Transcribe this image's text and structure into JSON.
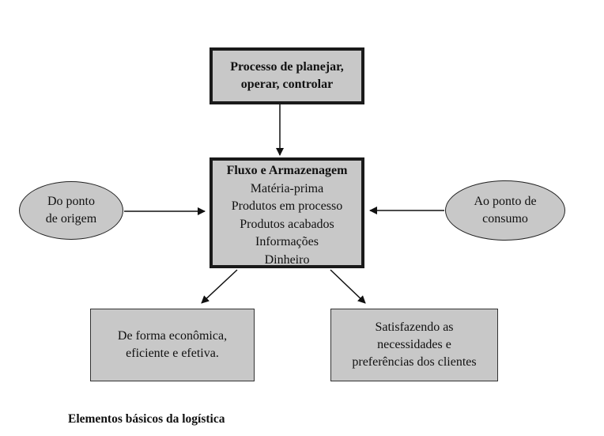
{
  "top_box": {
    "lines": [
      "Processo de planejar,",
      "operar, controlar"
    ]
  },
  "center_box": {
    "title": "Fluxo e Armazenagem",
    "items": [
      "Matéria-prima",
      "Produtos em processo",
      "Produtos acabados",
      "Informações",
      "Dinheiro"
    ]
  },
  "left_ellipse": {
    "lines": [
      "Do ponto",
      "de origem"
    ]
  },
  "right_ellipse": {
    "lines": [
      "Ao ponto de",
      "consumo"
    ]
  },
  "bottom_left_box": {
    "lines": [
      "De forma econômica,",
      "eficiente e efetiva."
    ]
  },
  "bottom_right_box": {
    "lines": [
      "Satisfazendo as",
      "necessidades e",
      "preferências dos clientes"
    ]
  },
  "caption": "Elementos básicos da logística"
}
